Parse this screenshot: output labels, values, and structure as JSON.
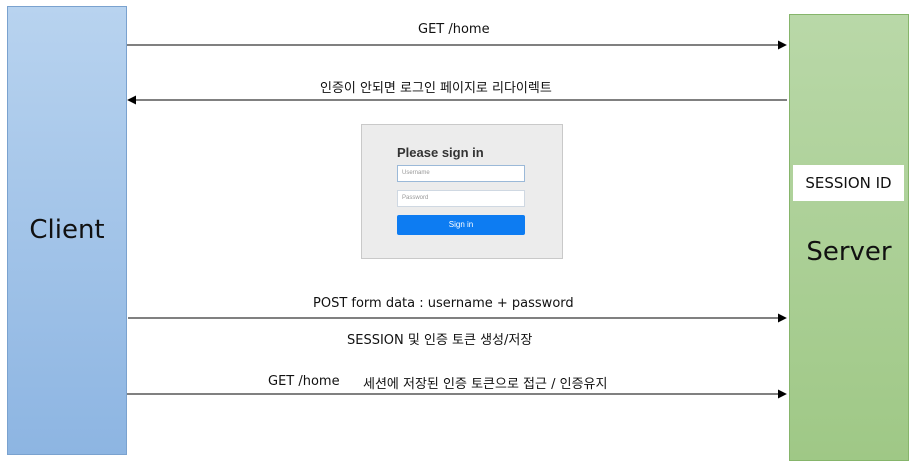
{
  "client": {
    "label": "Client"
  },
  "server": {
    "label": "Server",
    "session_badge": "SESSION ID"
  },
  "messages": {
    "get_home": "GET /home",
    "redirect": "인증이 안되면 로그인 페이지로 리다이렉트",
    "post_form": "POST  form data : username + password",
    "session_create": "SESSION 및 인증 토큰 생성/저장",
    "get_home_again": "GET /home",
    "access_note": "세션에 저장된 인증 토큰으로 접근 / 인증유지"
  },
  "login_form": {
    "title": "Please sign in",
    "username_placeholder": "Username",
    "password_placeholder": "Password",
    "button_label": "Sign in"
  },
  "colors": {
    "client_fill": "#9ec2e8",
    "server_fill": "#abd096",
    "button": "#0d7cf2"
  }
}
